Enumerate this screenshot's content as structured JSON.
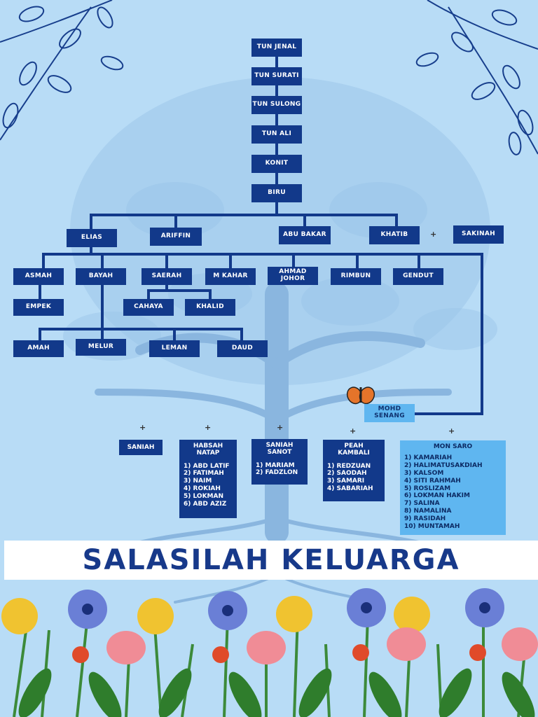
{
  "title": "SALASILAH KELUARGA",
  "colors": {
    "background": "#b8dcf6",
    "box": "#12398a",
    "box_light": "#5fb6f0",
    "title": "#17398a"
  },
  "lineage": [
    "TUN JENAL",
    "TUN SURATI",
    "TUN SULONG",
    "TUN ALI",
    "KONIT",
    "BIRU"
  ],
  "children_of_biru": [
    "ELIAS",
    "ARIFFIN",
    "ABU BAKAR",
    "KHATIB"
  ],
  "khatib_spouse": "SAKINAH",
  "grandchildren": [
    "ASMAH",
    "BAYAH",
    "SAERAH",
    "M KAHAR",
    "AHMAD JOHOR",
    "RIMBUN",
    "GENDUT"
  ],
  "asmah_child": "EMPEK",
  "saerah_children": [
    "CAHAYA",
    "KHALID"
  ],
  "bayah_children": [
    "AMAH",
    "MELUR",
    "LEMAN",
    "DAUD"
  ],
  "mohd_senang": "MOHD SENANG",
  "plus_sign": "+",
  "spouses": [
    {
      "name": "SANIAH",
      "children": []
    },
    {
      "name": "HABSAH NATAP",
      "children": [
        "1) ABD LATIF",
        "2) FATIMAH",
        "3) NAIM",
        "4) ROKIAH",
        "5) LOKMAN",
        "6) ABD AZIZ"
      ]
    },
    {
      "name": "SANIAH SANOT",
      "children": [
        "1) MARIAM",
        "2) FADZLON"
      ]
    },
    {
      "name": "PEAH KAMBALI",
      "children": [
        "1) REDZUAN",
        "2) SAODAH",
        "3) SAMARI",
        "4) SABARIAH"
      ]
    },
    {
      "name": "MON SARO",
      "children": [
        "1) KAMARIAH",
        "2) HALIMATUSAKDIAH",
        "3) KALSOM",
        "4) SITI RAHMAH",
        "5) ROSLIZAM",
        "6) LOKMAN HAKIM",
        "7) SALINA",
        "8) NAMALINA",
        "9) RASIDAH",
        "10) MUNTAMAH"
      ]
    }
  ]
}
